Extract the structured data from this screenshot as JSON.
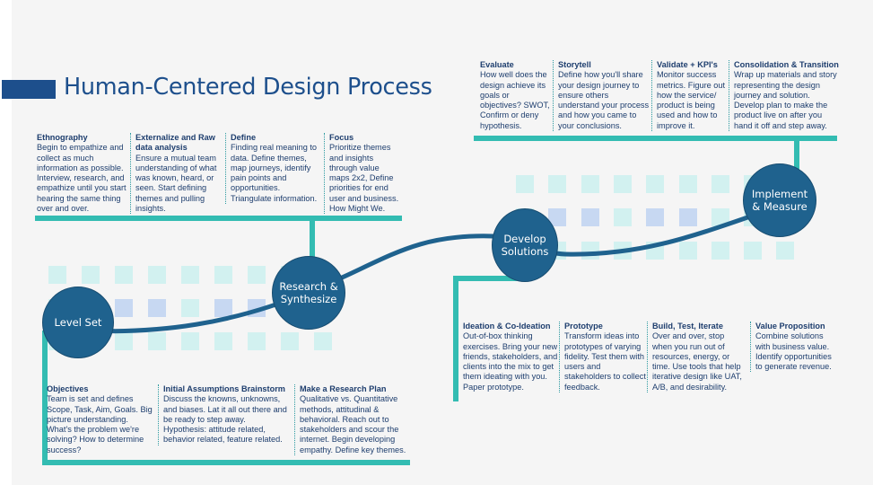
{
  "title": "Human-Centered Design Process",
  "colors": {
    "brand_blue": "#1d4f8c",
    "node_blue": "#1f628e",
    "teal": "#33bcb2",
    "square_teal": "#d2f1f0",
    "square_blue": "#c7d8f2",
    "text": "#1e3e6e"
  },
  "nodes": [
    {
      "label": "Level Set"
    },
    {
      "label": "Research & Synthesize"
    },
    {
      "label": "Develop Solutions"
    },
    {
      "label": "Implement & Measure"
    }
  ],
  "research_steps": [
    {
      "heading": "Ethnography",
      "body": "Begin to empathize and collect as much information as possible. Interview, research, and empathize until you start hearing the same thing over and over."
    },
    {
      "heading": "Externalize and Raw data analysis",
      "body": "Ensure a mutual team understanding of what was known, heard, or seen. Start defining themes and pulling insights."
    },
    {
      "heading": "Define",
      "body": "Finding real meaning to data. Define themes, map journeys, identify pain points and opportunities. Triangulate information."
    },
    {
      "heading": "Focus",
      "body": "Prioritize themes and insights through value maps 2x2, Define priorities for end user and business. How Might We."
    }
  ],
  "level_set_steps": [
    {
      "heading": "Objectives",
      "body": "Team is set and defines Scope, Task, Aim, Goals. Big picture understanding. What's the problem we're solving? How to determine success?"
    },
    {
      "heading": "Initial Assumptions Brainstorm",
      "body": "Discuss the knowns, unknowns, and biases. Lat it all out there and be ready to step away. Hypothesis: attitude related, behavior related, feature related."
    },
    {
      "heading": "Make a Research Plan",
      "body": "Qualitative vs. Quantitative methods, attitudinal & behavioral. Reach out to stakeholders and scour the internet. Begin developing empathy. Define key themes."
    }
  ],
  "develop_steps": [
    {
      "heading": "Ideation & Co-Ideation",
      "body": "Out-of-box thinking exercises. Bring your new friends, stakeholders, and clients into the mix to get them ideating with you. Paper prototype."
    },
    {
      "heading": "Prototype",
      "body": "Transform ideas into prototypes of varying fidelity. Test them with users and stakeholders to collect feedback."
    },
    {
      "heading": "Build, Test, Iterate",
      "body": "Over and over, stop when you run out of resources, energy, or time. Use tools that help iterative design like UAT, A/B,  and desirability."
    },
    {
      "heading": "Value Proposition",
      "body": "Combine solutions with business value. Identify opportunities to generate revenue."
    }
  ],
  "implement_steps": [
    {
      "heading": "Evaluate",
      "body": "How well does the design achieve its goals or objectives? SWOT, Confirm or deny hypothesis."
    },
    {
      "heading": "Storytell",
      "body": "Define how you'll share your design journey to ensure others understand your process and how you came to your conclusions."
    },
    {
      "heading": "Validate + KPI's",
      "body": "Monitor success metrics. Figure out how the service/ product is being used and how to improve it."
    },
    {
      "heading": "Consolidation & Transition",
      "body": "Wrap up materials and  story representing the design journey and solution. Develop plan to make the product live on after you hand it off and step away."
    }
  ]
}
